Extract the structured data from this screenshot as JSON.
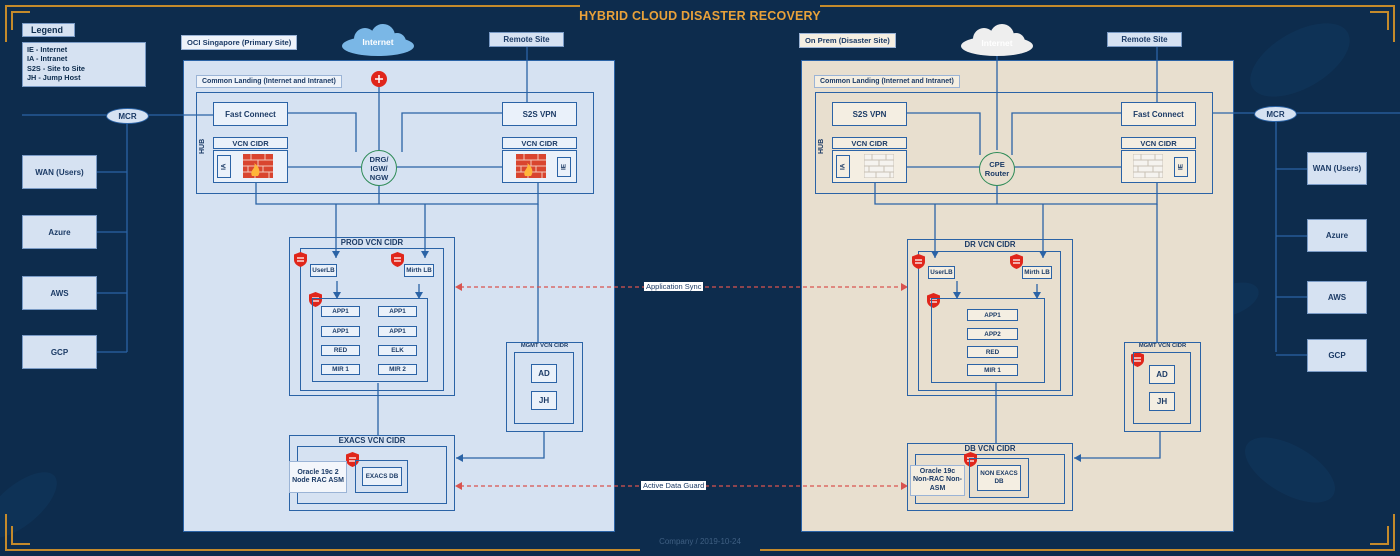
{
  "title": "HYBRID CLOUD DISASTER RECOVERY",
  "footer": "Company / 2019-10-24",
  "legend": {
    "title": "Legend",
    "items": [
      "IE - Internet",
      "IA - Intranet",
      "S2S - Site to Site",
      "JH - Jump Host"
    ]
  },
  "left_side": {
    "mcr": "MCR",
    "buttons": [
      "WAN (Users)",
      "Azure",
      "AWS",
      "GCP"
    ]
  },
  "right_side": {
    "mcr": "MCR",
    "buttons": [
      "WAN (Users)",
      "Azure",
      "AWS",
      "GCP"
    ]
  },
  "primary": {
    "site_label": "OCI Singapore (Primary Site)",
    "cloud": "Internet",
    "remote_site": "Remote Site",
    "landing": "Common Landing (Internet and Intranet)",
    "hub": "HUB",
    "fast_connect": "Fast Connect",
    "s2s_vpn": "S2S VPN",
    "vcn_cidr_left": "VCN CIDR",
    "vcn_cidr_right": "VCN CIDR",
    "ia": "IA",
    "ie": "IE",
    "gateway": "DRG/ IGW/ NGW",
    "prod_vcn": "PROD VCN CIDR",
    "userlb": "UserLB",
    "mirthlb": "Mirth LB",
    "apps": [
      "APP1",
      "APP1",
      "APP1",
      "APP1",
      "RED",
      "ELK",
      "MIR 1",
      "MIR 2"
    ],
    "mgmt_vcn": "MGMT VCN CIDR",
    "ad": "AD",
    "jh": "JH",
    "exacs_vcn": "EXACS VCN CIDR",
    "oracle": "Oracle 19c 2 Node RAC ASM",
    "exacs_db": "EXACS DB"
  },
  "dr": {
    "site_label": "On Prem (Disaster Site)",
    "cloud": "Internet",
    "remote_site": "Remote Site",
    "landing": "Common Landing (Internet and Intranet)",
    "hub": "HUB",
    "s2s_vpn": "S2S VPN",
    "fast_connect": "Fast Connect",
    "vcn_cidr_left": "VCN CIDR",
    "vcn_cidr_right": "VCN CIDR",
    "ia": "IA",
    "ie": "IE",
    "router": "CPE Router",
    "dr_vcn": "DR VCN CIDR",
    "userlb": "UserLB",
    "mirthlb": "Mirth LB",
    "apps": [
      "APP1",
      "APP2",
      "RED",
      "MIR 1"
    ],
    "mgmt_vcn": "MGMT VCN CIDR",
    "ad": "AD",
    "jh": "JH",
    "db_vcn": "DB VCN CIDR",
    "oracle": "Oracle 19c Non-RAC Non-ASM",
    "db": "NON EXACS DB"
  },
  "links": {
    "application_sync": "Application Sync",
    "active_data_guard": "Active Data Guard"
  },
  "colors": {
    "background": "#0d2c4d",
    "primary_site": "#d6e2f2",
    "dr_site": "#e8dfcf",
    "line": "#2b63a6",
    "accent": "#e8a13a",
    "sync_dash": "#d9534f",
    "shield": "#e0261b"
  }
}
